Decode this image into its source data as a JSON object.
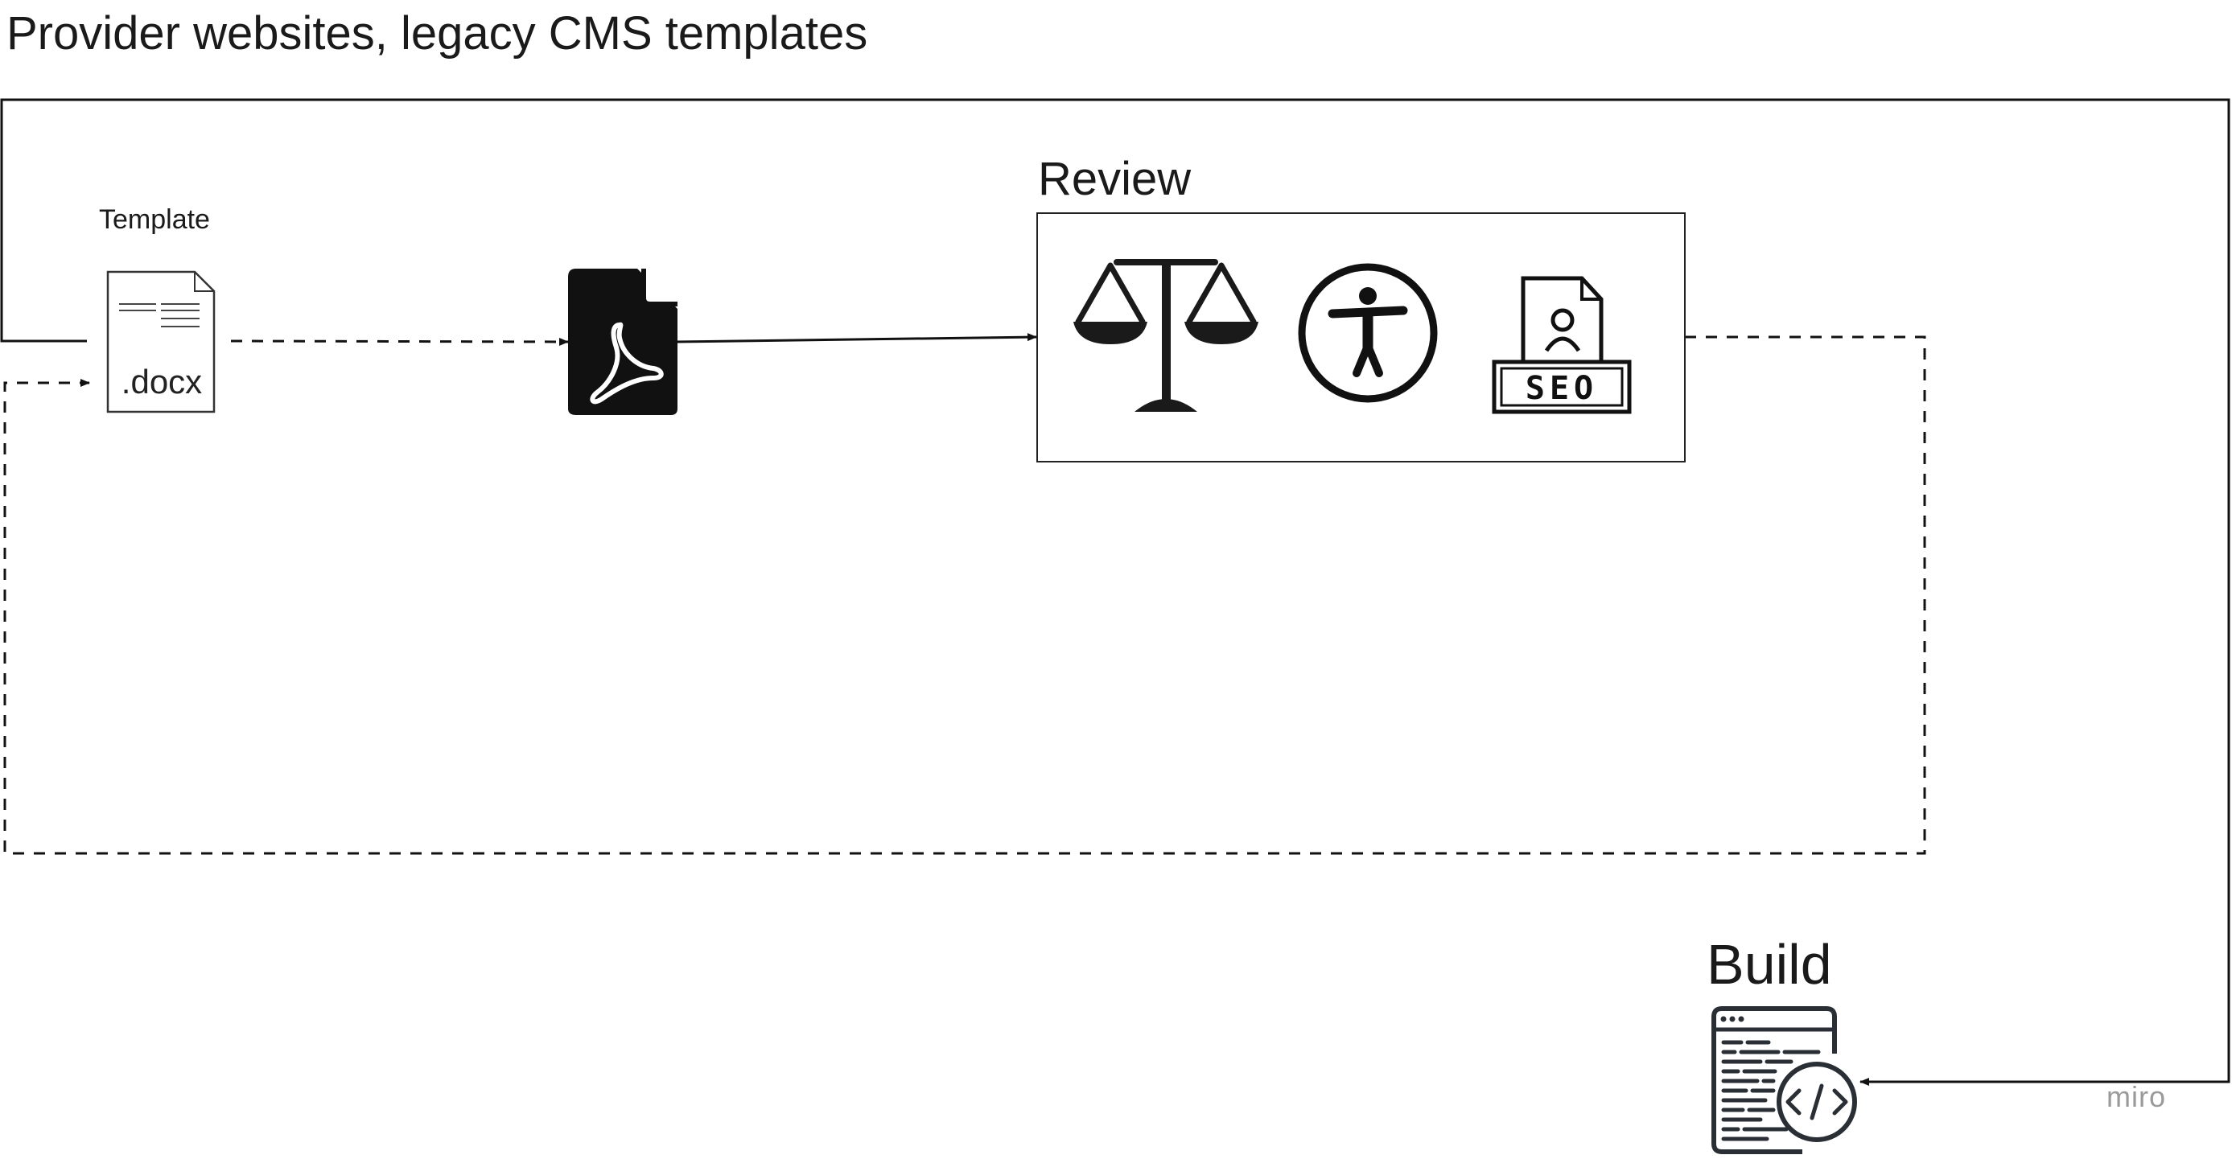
{
  "diagram": {
    "title": "Provider websites, legacy CMS templates",
    "nodes": {
      "template": {
        "label": "Template",
        "file_ext": ".docx",
        "icon": "docx-file-icon"
      },
      "pdf": {
        "icon": "pdf-file-icon"
      },
      "review": {
        "label": "Review",
        "icons": [
          "scales-of-justice-icon",
          "accessibility-icon",
          "seo-icon"
        ],
        "seo_text": "SEO"
      },
      "build": {
        "label": "Build",
        "icon": "code-window-icon"
      }
    },
    "edges": [
      {
        "from": "template",
        "to": "pdf",
        "style": "dashed"
      },
      {
        "from": "pdf",
        "to": "review",
        "style": "solid"
      },
      {
        "from": "review",
        "to": "template",
        "style": "dashed"
      },
      {
        "from": "template",
        "to": "build",
        "style": "solid"
      }
    ],
    "watermark": "miro"
  }
}
